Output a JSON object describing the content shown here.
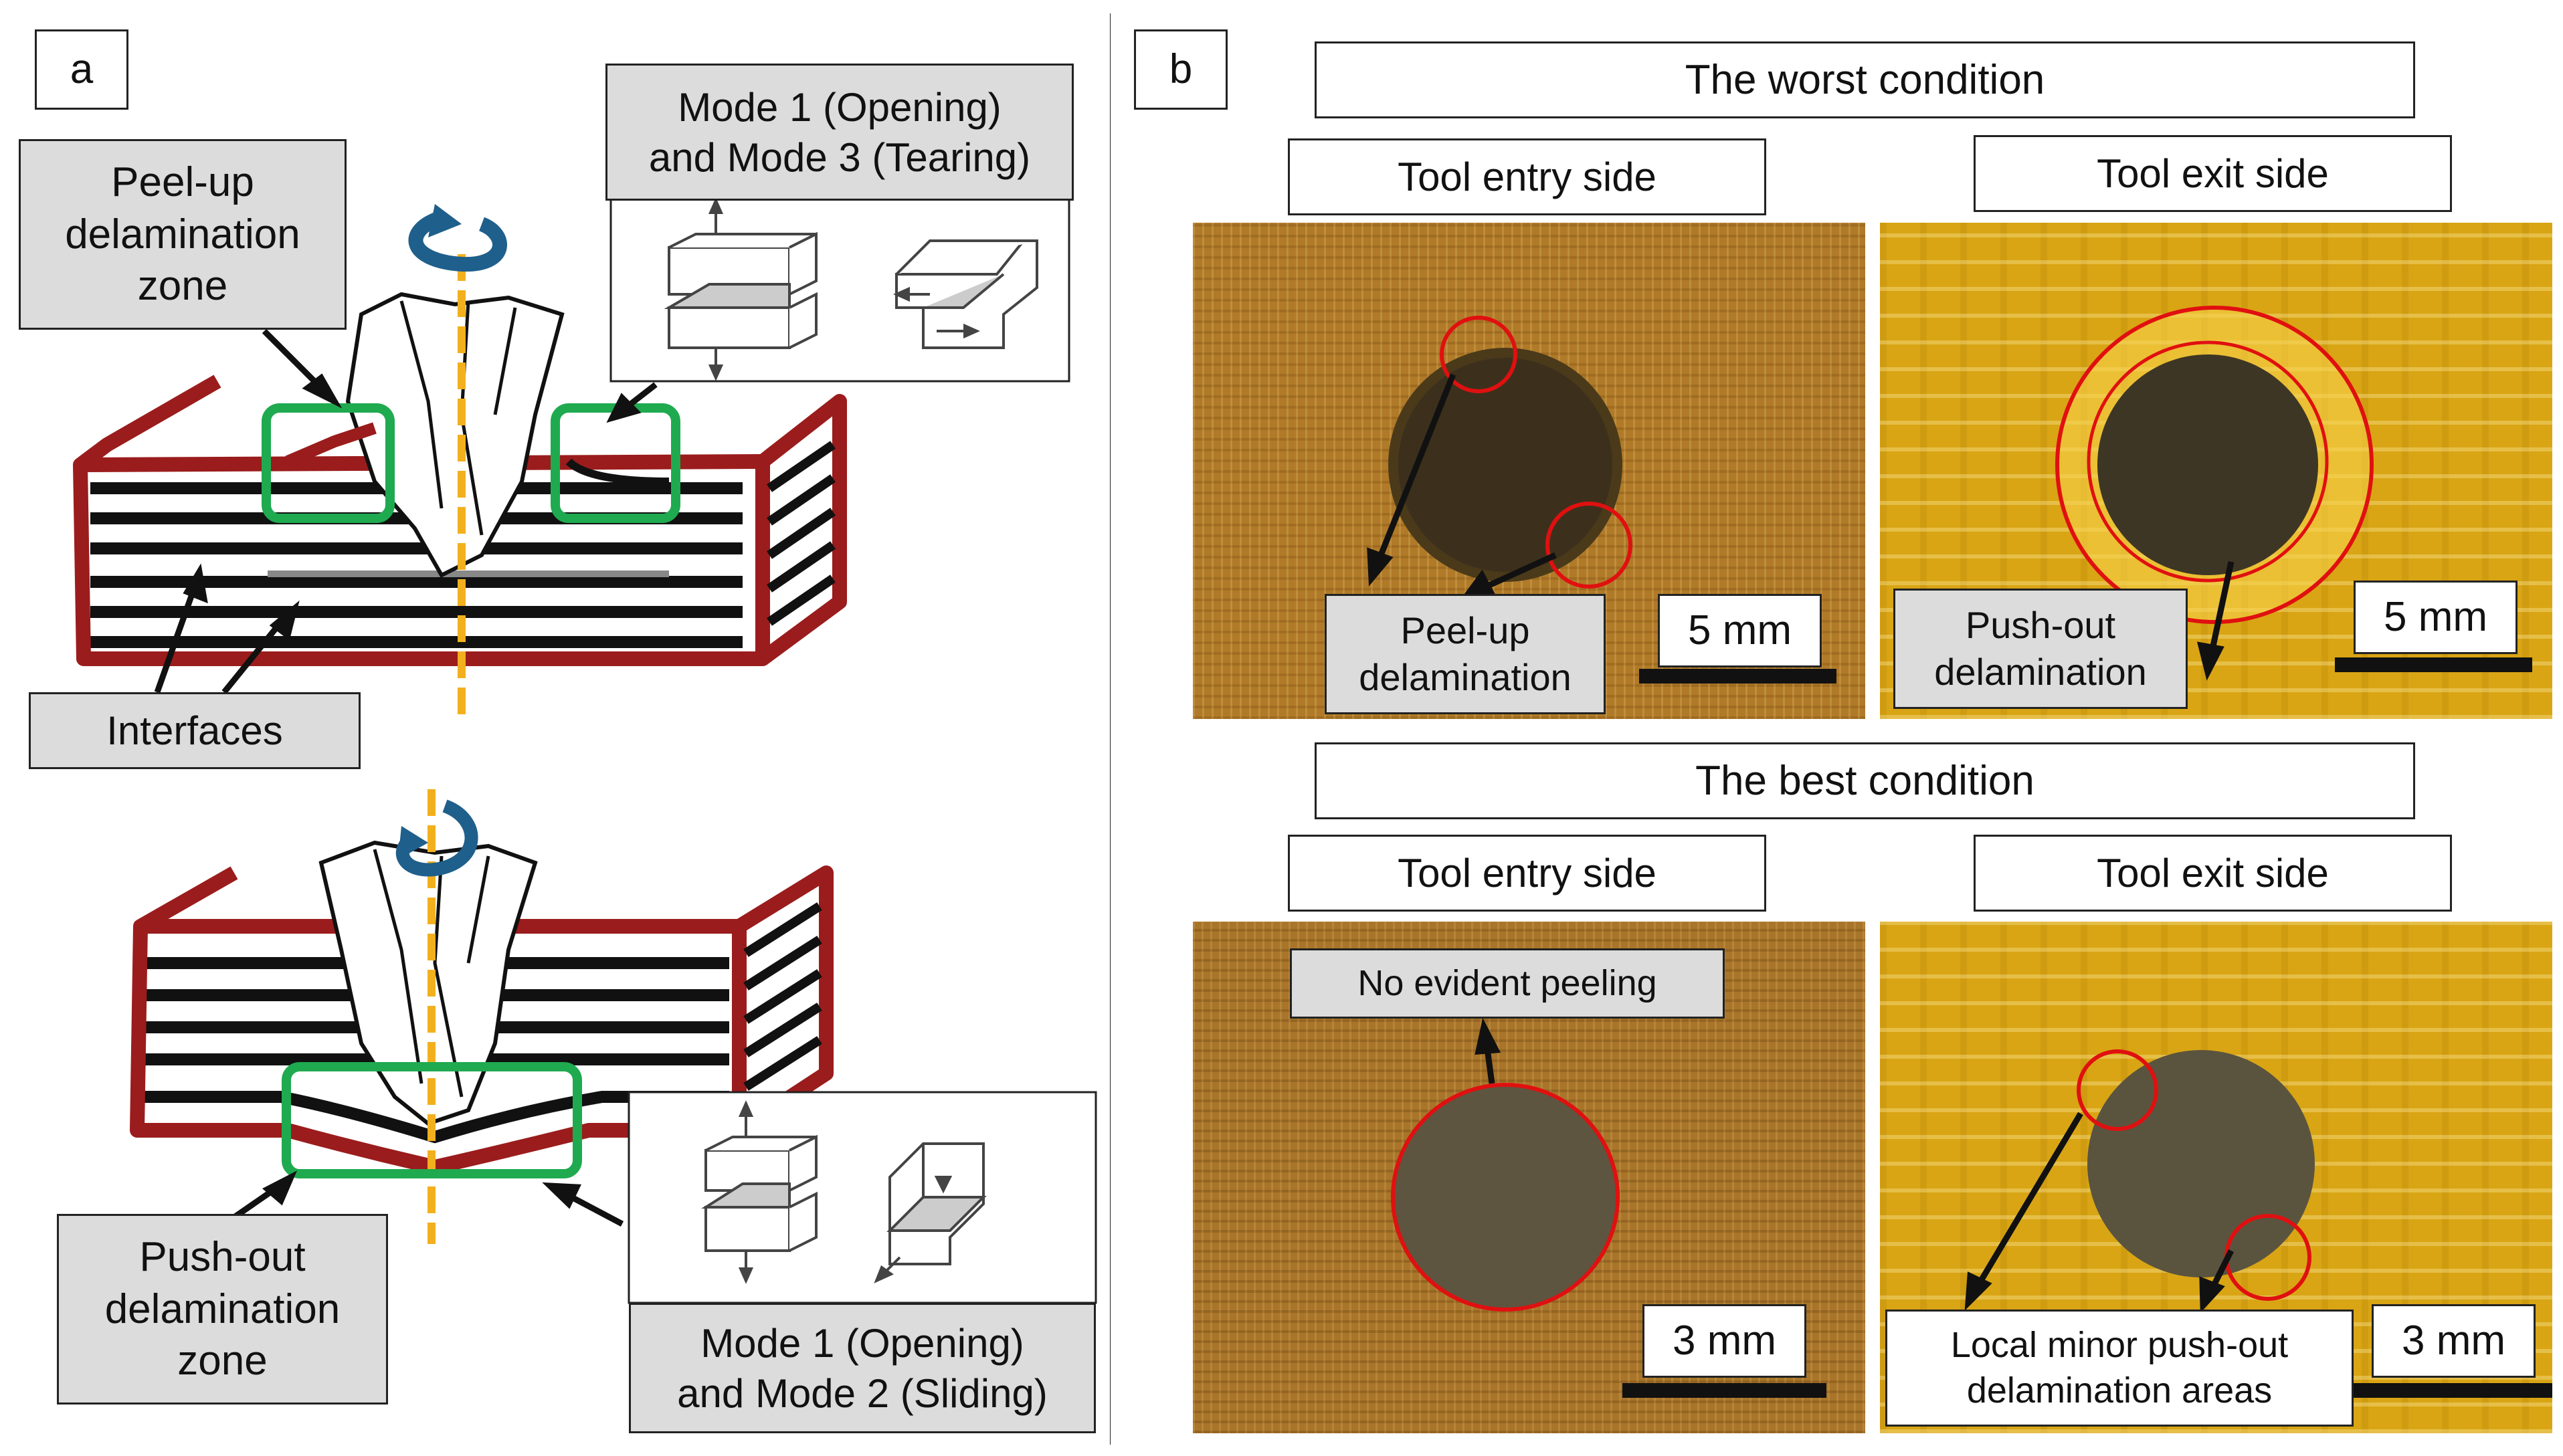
{
  "panels": {
    "a": {
      "label": "a",
      "peel_up_zone": "Peel-up\ndelamination\nzone",
      "mode_1_3": "Mode 1 (Opening)\nand Mode 3 (Tearing)",
      "interfaces": "Interfaces",
      "push_out_zone": "Push-out\ndelamination\nzone",
      "mode_1_2": "Mode 1 (Opening)\nand Mode 2 (Sliding)"
    },
    "b": {
      "label": "b",
      "worst": {
        "title": "The worst condition",
        "entry_side": "Tool entry side",
        "exit_side": "Tool exit side",
        "entry_annotation": "Peel-up\ndelamination",
        "exit_annotation": "Push-out\ndelamination",
        "entry_scale": "5 mm",
        "exit_scale": "5 mm"
      },
      "best": {
        "title": "The best condition",
        "entry_side": "Tool entry side",
        "exit_side": "Tool exit side",
        "entry_annotation": "No evident peeling",
        "exit_annotation": "Local minor push-out\ndelamination areas",
        "entry_scale": "3 mm",
        "exit_scale": "3 mm"
      }
    }
  },
  "colors": {
    "laminate_border": "#9b1c1c",
    "zone_highlight": "#1faa50",
    "tool_axis": "#f2b01e",
    "rotation_arrow": "#1f5f8b",
    "defect_circle": "#e01010"
  }
}
